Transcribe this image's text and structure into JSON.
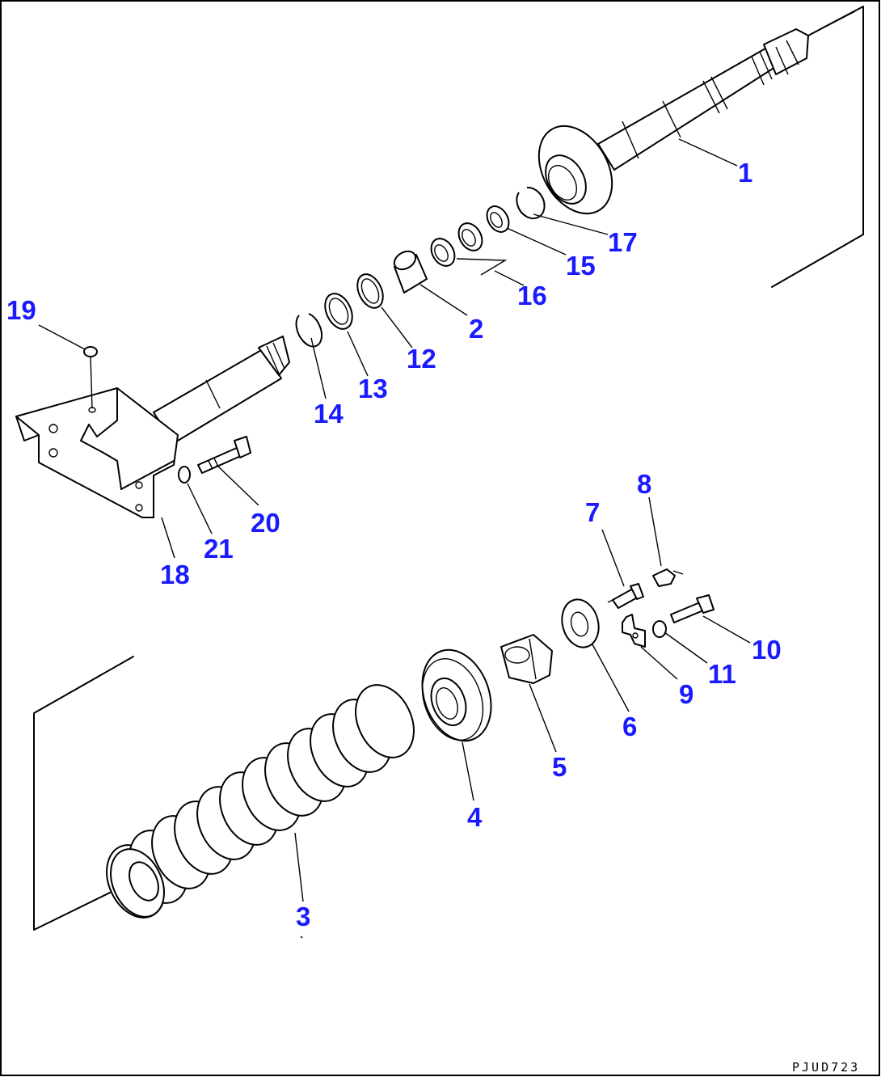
{
  "labels": {
    "p1": "1",
    "p2": "2",
    "p3": "3",
    "p4": "4",
    "p5": "5",
    "p6": "6",
    "p7": "7",
    "p8": "8",
    "p9": "9",
    "p10": "10",
    "p11": "11",
    "p12": "12",
    "p13": "13",
    "p14": "14",
    "p15": "15",
    "p16": "16",
    "p17": "17",
    "p18": "18",
    "p19": "19",
    "p20": "20",
    "p21": "21"
  },
  "drawing_code": "PJUD723",
  "colors": {
    "label": "#1a1aff",
    "line": "#000000",
    "background": "#ffffff"
  }
}
